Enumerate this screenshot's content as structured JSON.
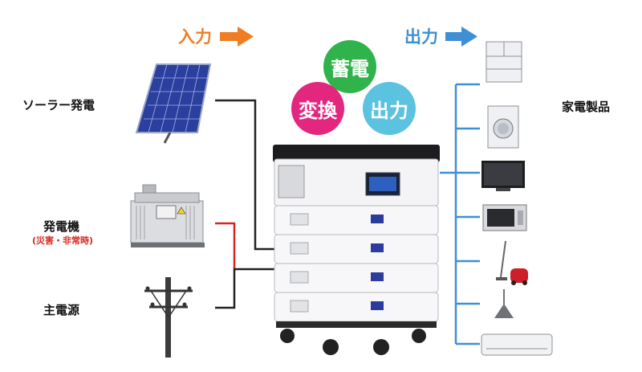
{
  "header": {
    "input_label": "入力",
    "output_label": "出力",
    "input_color": "#ef7d23",
    "output_color": "#3f8fd4"
  },
  "sources": {
    "solar": "ソーラー発電",
    "generator": "発電機",
    "generator_note": "(災害・非常時)",
    "mains": "主電源"
  },
  "functions": {
    "storage": "蓄電",
    "convert": "変換",
    "output": "出力",
    "storage_color": "#2fb34a",
    "convert_color": "#e3277f",
    "output_color": "#5bc2e0"
  },
  "appliances": {
    "label": "家電製品",
    "items": [
      "refrigerator-icon",
      "washing-machine-icon",
      "tv-icon",
      "microwave-icon",
      "vacuum-icon",
      "pendant-lamp-icon",
      "air-conditioner-icon"
    ]
  },
  "wire_colors": {
    "input_dc": "#222222",
    "generator": "#d7261e",
    "output_bus": "#3f8fd4"
  }
}
